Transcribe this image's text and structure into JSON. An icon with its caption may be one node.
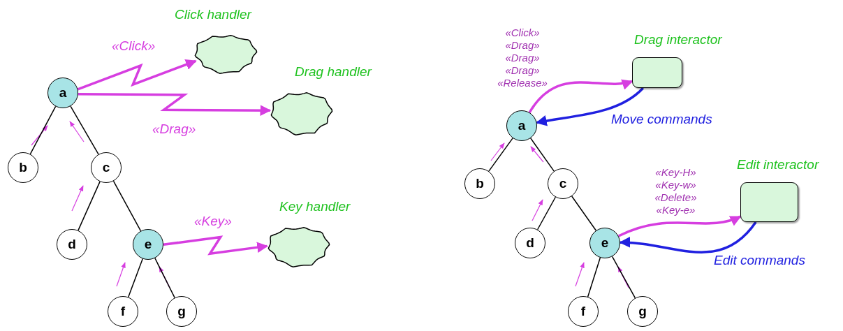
{
  "diagram": {
    "nodes": [
      {
        "text": [
          "a"
        ]
      },
      {
        "text": [
          "b"
        ]
      },
      {
        "text": [
          "c"
        ]
      },
      {
        "text": [
          "d"
        ]
      },
      {
        "text": [
          "e"
        ]
      },
      {
        "text": [
          "f"
        ]
      },
      {
        "text": [
          "g"
        ]
      },
      {
        "text": [
          "Click handler"
        ]
      },
      {
        "text": [
          "Drag handler"
        ]
      },
      {
        "text": [
          "Key handler"
        ]
      },
      {
        "text": [
          "a"
        ]
      },
      {
        "text": [
          "b"
        ]
      },
      {
        "text": [
          "c"
        ]
      },
      {
        "text": [
          "d"
        ]
      },
      {
        "text": [
          "e"
        ]
      },
      {
        "text": [
          "f"
        ]
      },
      {
        "text": [
          "g"
        ]
      },
      {
        "text": [
          "Drag interactor"
        ]
      },
      {
        "text": [
          "Edit interactor"
        ]
      }
    ],
    "edges": [
      {
        "from": 0,
        "to": 1,
        "arrow": "none"
      },
      {
        "from": 0,
        "to": 2,
        "arrow": "none"
      },
      {
        "from": 2,
        "to": 3,
        "arrow": "none"
      },
      {
        "from": 2,
        "to": 4,
        "arrow": "none"
      },
      {
        "from": 4,
        "to": 5,
        "arrow": "none"
      },
      {
        "from": 4,
        "to": 6,
        "arrow": "none"
      },
      {
        "from": 0,
        "to": 7,
        "arrow": "to",
        "label": "«Click»",
        "style": "thick",
        "color": "#d63ee0"
      },
      {
        "from": 0,
        "to": 8,
        "arrow": "to",
        "label": "«Drag»",
        "style": "thick",
        "color": "#d63ee0"
      },
      {
        "from": 4,
        "to": 9,
        "arrow": "to",
        "label": "«Key»",
        "style": "thick",
        "color": "#d63ee0"
      },
      {
        "from": 10,
        "to": 11,
        "arrow": "none"
      },
      {
        "from": 10,
        "to": 12,
        "arrow": "none"
      },
      {
        "from": 12,
        "to": 13,
        "arrow": "none"
      },
      {
        "from": 12,
        "to": 14,
        "arrow": "none"
      },
      {
        "from": 14,
        "to": 15,
        "arrow": "none"
      },
      {
        "from": 14,
        "to": 16,
        "arrow": "none"
      },
      {
        "from": 10,
        "to": 17,
        "arrow": "to",
        "label": "«Click» «Drag» «Drag» «Drag» «Release»",
        "style": "thick",
        "color": "#d63ee0"
      },
      {
        "from": 17,
        "to": 10,
        "arrow": "to",
        "label": "Move commands",
        "style": "thick",
        "color": "#2020e0"
      },
      {
        "from": 14,
        "to": 18,
        "arrow": "to",
        "label": "«Key-H» «Key-w» «Delete» «Key-e»",
        "style": "thick",
        "color": "#d63ee0"
      },
      {
        "from": 18,
        "to": 14,
        "arrow": "to",
        "label": "Edit commands",
        "style": "thick",
        "color": "#2020e0"
      }
    ]
  }
}
